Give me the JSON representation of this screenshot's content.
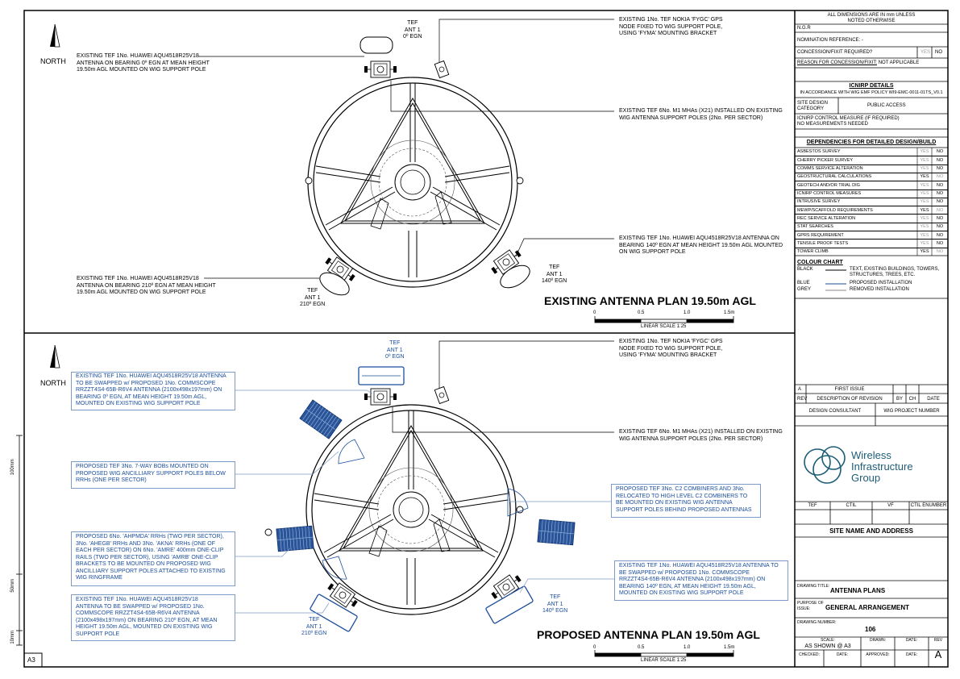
{
  "sheet": {
    "size": "A3"
  },
  "margin_scale": {
    "labels": [
      "100mm",
      "50mm",
      "10mm"
    ]
  },
  "existing_plan": {
    "title": "EXISTING ANTENNA PLAN 19.50m AGL",
    "north": "NORTH",
    "ant_top": {
      "l1": "TEF",
      "l2": "ANT 1",
      "l3": "0º EGN"
    },
    "ant_left": {
      "l1": "TEF",
      "l2": "ANT 1",
      "l3": "210º EGN"
    },
    "ant_right": {
      "l1": "TEF",
      "l2": "ANT 1",
      "l3": "140º EGN"
    },
    "notes": {
      "n1": [
        "EXISTING TEF 1No. HUAWEI AQU4518R25V18",
        "ANTENNA ON BEARING 0º EGN AT MEAN HEIGHT",
        "19.50m AGL MOUNTED ON WIG SUPPORT POLE"
      ],
      "n2": [
        "EXISTING 1No. TEF NOKIA 'FYGC' GPS",
        "NODE FIXED TO WIG SUPPORT POLE,",
        "USING 'FYMA' MOUNTING BRACKET"
      ],
      "n3": [
        "EXISTING TEF 6No. M1 MHAs (X21) INSTALLED ON EXISTING",
        "WIG ANTENNA SUPPORT POLES (2No. PER SECTOR)"
      ],
      "n4": [
        "EXISTING TEF 1No. HUAWEI AQU4518R25V18 ANTENNA ON",
        "BEARING 140º EGN AT MEAN HEIGHT 19.50m AGL MOUNTED",
        "ON WIG SUPPORT POLE"
      ],
      "n5": [
        "EXISTING TEF 1No. HUAWEI AQU4518R25V18",
        "ANTENNA ON BEARING 210º EGN AT MEAN HEIGHT",
        "19.50m AGL MOUNTED ON WIG SUPPORT POLE"
      ]
    },
    "scale": {
      "ticks": [
        "0",
        "0.5",
        "1.0",
        "1.5m"
      ],
      "label": "LINEAR SCALE 1:25"
    }
  },
  "proposed_plan": {
    "title": "PROPOSED ANTENNA PLAN 19.50m AGL",
    "north": "NORTH",
    "ant_top": {
      "l1": "TEF",
      "l2": "ANT 1",
      "l3": "0º EGN"
    },
    "ant_left": {
      "l1": "TEF",
      "l2": "ANT 1",
      "l3": "210º EGN"
    },
    "ant_right": {
      "l1": "TEF",
      "l2": "ANT 1",
      "l3": "140º EGN"
    },
    "notes": {
      "b1": [
        "EXISTING TEF 1No. HUAWEI AQU4518R25V18 ANTENNA",
        "TO BE SWAPPED w/ PROPOSED 1No. COMMSCOPE",
        "RRZZT4S4-65B-R6V4 ANTENNA (2100x498x197mm) ON",
        "BEARING 0º EGN, AT MEAN HEIGHT 19.50m AGL,",
        "MOUNTED ON EXISTING WIG SUPPORT POLE"
      ],
      "b2": [
        "PROPOSED TEF 3No. 7-WAY BOBs MOUNTED ON",
        "PROPOSED WIG ANCILLIARY SUPPORT POLES BELOW",
        "RRHs (ONE PER SECTOR)"
      ],
      "b3": [
        "PROPOSED 6No. 'AHPMDA' RRHs (TWO PER SECTOR),",
        "3No. 'AHEGB' RRHs AND 3No. 'AKNA' RRHs (ONE OF",
        "EACH PER SECTOR) ON 6No. 'AMRE' 400mm ONE-CLIP",
        "RAILS (TWO PER SECTOR), USING 'AMRB' ONE-CLIP",
        "BRACKETS TO BE MOUNTED ON PROPOSED WIG",
        "ANCILLIARY SUPPORT POLES ATTACHED TO EXISTING",
        "WIG RINGFRAME"
      ],
      "b4": [
        "EXISTING TEF 1No. HUAWEI AQU4518R25V18",
        "ANTENNA TO BE SWAPPED w/ PROPOSED 1No.",
        "COMMSCOPE RRZZT4S4-65B-R6V4 ANTENNA",
        "(2100x498x197mm) ON BEARING 210º EGN, AT MEAN",
        "HEIGHT 19.50m AGL, MOUNTED ON EXISTING WIG",
        "SUPPORT POLE"
      ],
      "b5": [
        "PROPOSED TEF 3No. C2 COMBINERS AND 3No.",
        "RELOCATED TO HIGH LEVEL C2 COMBINERS TO",
        "BE MOUNTED ON EXISTING WIG ANTENNA",
        "SUPPORT POLES BEHIND PROPOSED ANTENNAS"
      ],
      "b6": [
        "EXISTING TEF 1No. HUAWEI AQU4518R25V18 ANTENNA TO",
        "BE SWAPPED w/ PROPOSED 1No. COMMSCOPE",
        "RRZZT4S4-65B-R6V4 ANTENNA (2100x498x197mm) ON",
        "BEARING 140º EGN, AT MEAN HEIGHT 19.50m AGL,",
        "MOUNTED ON EXISTING WIG SUPPORT POLE"
      ],
      "k1": [
        "EXISTING 1No. TEF NOKIA 'FYGC' GPS",
        "NODE FIXED TO WIG SUPPORT POLE,",
        "USING 'FYMA' MOUNTING BRACKET"
      ],
      "k2": [
        "EXISTING TEF 6No. M1 MHAs (X21) INSTALLED ON EXISTING",
        "WIG ANTENNA SUPPORT POLES (2No. PER SECTOR)"
      ]
    },
    "scale": {
      "ticks": [
        "0",
        "0.5",
        "1.0",
        "1.5m"
      ],
      "label": "LINEAR SCALE 1:25"
    }
  },
  "titleblock": {
    "dims_note": [
      "ALL DIMENSIONS ARE IN mm UNLESS",
      "NOTED OTHERWISE"
    ],
    "ngr": "N.G.R",
    "nomination": "NOMINATION REFERENCE: -",
    "concession_q": "CONCESSION/FIXIT REQUIRED?",
    "yes": "YES",
    "no": "NO",
    "reason_label": "REASON FOR CONCESSION/FIXIT:",
    "reason_value": "NOT APPLICABLE",
    "icnirp_title": "ICNIRP DETAILS",
    "icnirp_policy": "IN ACCORDANCE WITH WIG EMF POLICY WI9-EMC-0011-01TS_V0.1",
    "site_design_cat": [
      "SITE DESIGN",
      "CATEGORY"
    ],
    "public_access": "PUBLIC ACCESS",
    "control_measure": [
      "ICNIRP CONTROL MEASURE (IF REQUIRED)",
      "NO MEASUREMENTS NEEDED"
    ],
    "deps_title": "DEPENDENCIES FOR DETAILED DESIGN/BUILD",
    "dependencies": [
      {
        "label": "ASBESTOS SURVEY",
        "answer": "NO"
      },
      {
        "label": "CHERRY PICKER SURVEY",
        "answer": "NO"
      },
      {
        "label": "COMMS SERVICE ALTERATION",
        "answer": "NO"
      },
      {
        "label": "GEOSTRUCTURAL CALCULATIONS",
        "answer": "YES"
      },
      {
        "label": "GEOTECH AND/OR TRIAL DIG",
        "answer": "NO"
      },
      {
        "label": "ICNIRP CONTROL MEASURES",
        "answer": "NO"
      },
      {
        "label": "INTRUSIVE SURVEY",
        "answer": "NO"
      },
      {
        "label": "MEWP/SCAFFOLD REQUIREMENTS",
        "answer": "YES"
      },
      {
        "label": "REC SERVICE ALTERATION",
        "answer": "NO"
      },
      {
        "label": "STAT SEARCHES",
        "answer": "NO"
      },
      {
        "label": "GPRS REQUIREMENT",
        "answer": "NO"
      },
      {
        "label": "TENSILE PROOF TESTS",
        "answer": "NO"
      },
      {
        "label": "TOWER CLIMB",
        "answer": "YES"
      }
    ],
    "colour_chart": {
      "title": "COLOUR CHART",
      "rows": [
        {
          "name": "BLACK",
          "desc": [
            "TEXT, EXISTING BUILDINGS, TOWERS,",
            "STRUCTURES, TREES, ETC."
          ],
          "color": "#000000"
        },
        {
          "name": "BLUE",
          "desc": [
            "PROPOSED INSTALLATION"
          ],
          "color": "#1a4d9c"
        },
        {
          "name": "GREY",
          "desc": [
            "REMOVED INSTALLATION"
          ],
          "color": "#888888"
        }
      ]
    },
    "revision": {
      "rev": "A",
      "desc": "FIRST ISSUE",
      "headers": {
        "rev": "REV",
        "desc": "DESCRIPTION OF REVISION",
        "by": "BY",
        "ch": "CH",
        "date": "DATE"
      }
    },
    "design_consultant": "DESIGN CONSULTANT",
    "wig_project": "WIG PROJECT NUMBER",
    "logo": {
      "line1": "Wireless",
      "line2": "Infrastructure",
      "line3": "Group",
      "color": "#1d5d78"
    },
    "small_row": [
      "TEF",
      "CTIL",
      "VF",
      "CTIL ENUMBER"
    ],
    "site_name": "SITE NAME AND ADDRESS",
    "drawing_title_label": "DRAWING TITLE:",
    "drawing_title": "ANTENNA PLANS",
    "purpose_label": [
      "PURPOSE OF",
      "ISSUE:"
    ],
    "purpose": "GENERAL ARRANGEMENT",
    "drawing_number_label": "DRAWING NUMBER:",
    "drawing_number": "106",
    "scale_label": "SCALE:",
    "scale_value": "AS SHOWN @ A3",
    "drawn_label": "DRAWN:",
    "date_label": "DATE:",
    "rev_label": "REV",
    "checked_label": "CHECKED:",
    "approved_label": "APPROVED:",
    "rev_value": "A"
  }
}
